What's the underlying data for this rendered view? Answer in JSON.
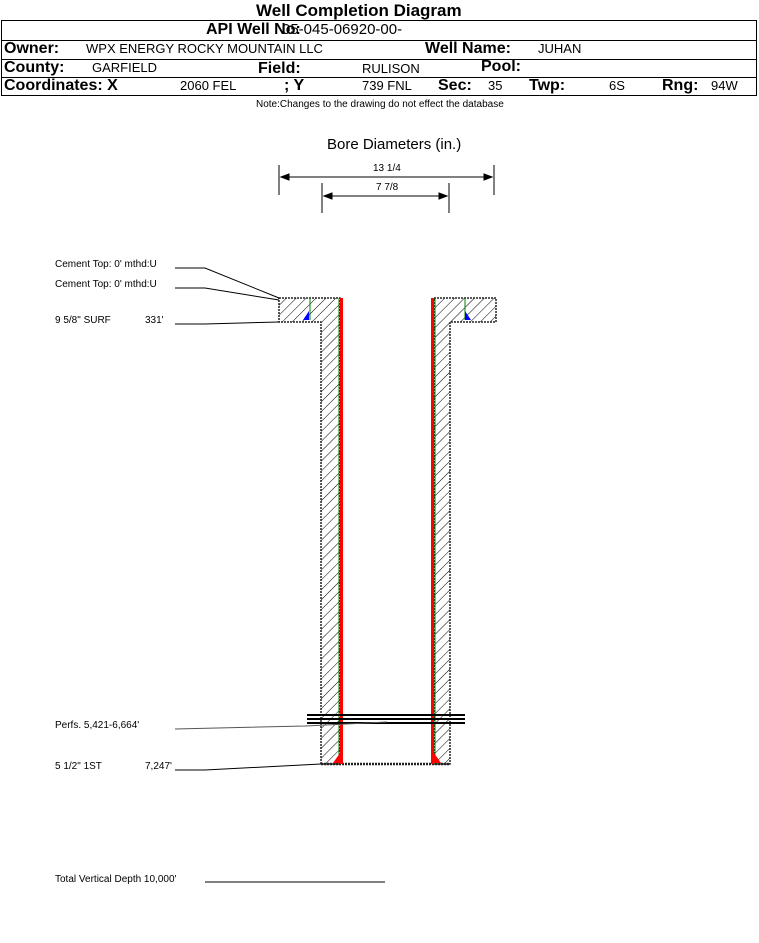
{
  "title": "Well Completion Diagram",
  "header": {
    "api_label": "API Well No:",
    "api_value": "05-045-06920-00-",
    "owner_label": "Owner:",
    "owner_value": "WPX ENERGY ROCKY MOUNTAIN LLC",
    "well_name_label": "Well Name:",
    "well_name_value": "JUHAN",
    "county_label": "County:",
    "county_value": "GARFIELD",
    "field_label": "Field:",
    "field_value": "RULISON",
    "pool_label": "Pool:",
    "coord_x_label": "Coordinates: X",
    "coord_x_value": "2060 FEL",
    "coord_y_label": "; Y",
    "coord_y_value": "739 FNL",
    "sec_label": "Sec:",
    "sec_value": "35",
    "twp_label": "Twp:",
    "twp_value": "6S",
    "rng_label": "Rng:",
    "rng_value": "94W"
  },
  "note": "Note:Changes to the drawing do not effect the database",
  "bore": {
    "title": "Bore Diameters (in.)",
    "outer": "13 1/4",
    "inner": "7 7/8"
  },
  "labels": {
    "cement_top_1": "Cement Top: 0' mthd:U",
    "cement_top_2": "Cement Top: 0' mthd:U",
    "surf_casing": "9 5/8\" SURF",
    "surf_depth": "331'",
    "perfs": "Perfs. 5,421-6,664'",
    "prod_casing": "5 1/2\" 1ST",
    "prod_depth": "7,247'",
    "tvd": "Total Vertical Depth 10,000'"
  },
  "colors": {
    "casing": "#ff0000",
    "cement": "#0000ff",
    "liner": "#008000"
  }
}
